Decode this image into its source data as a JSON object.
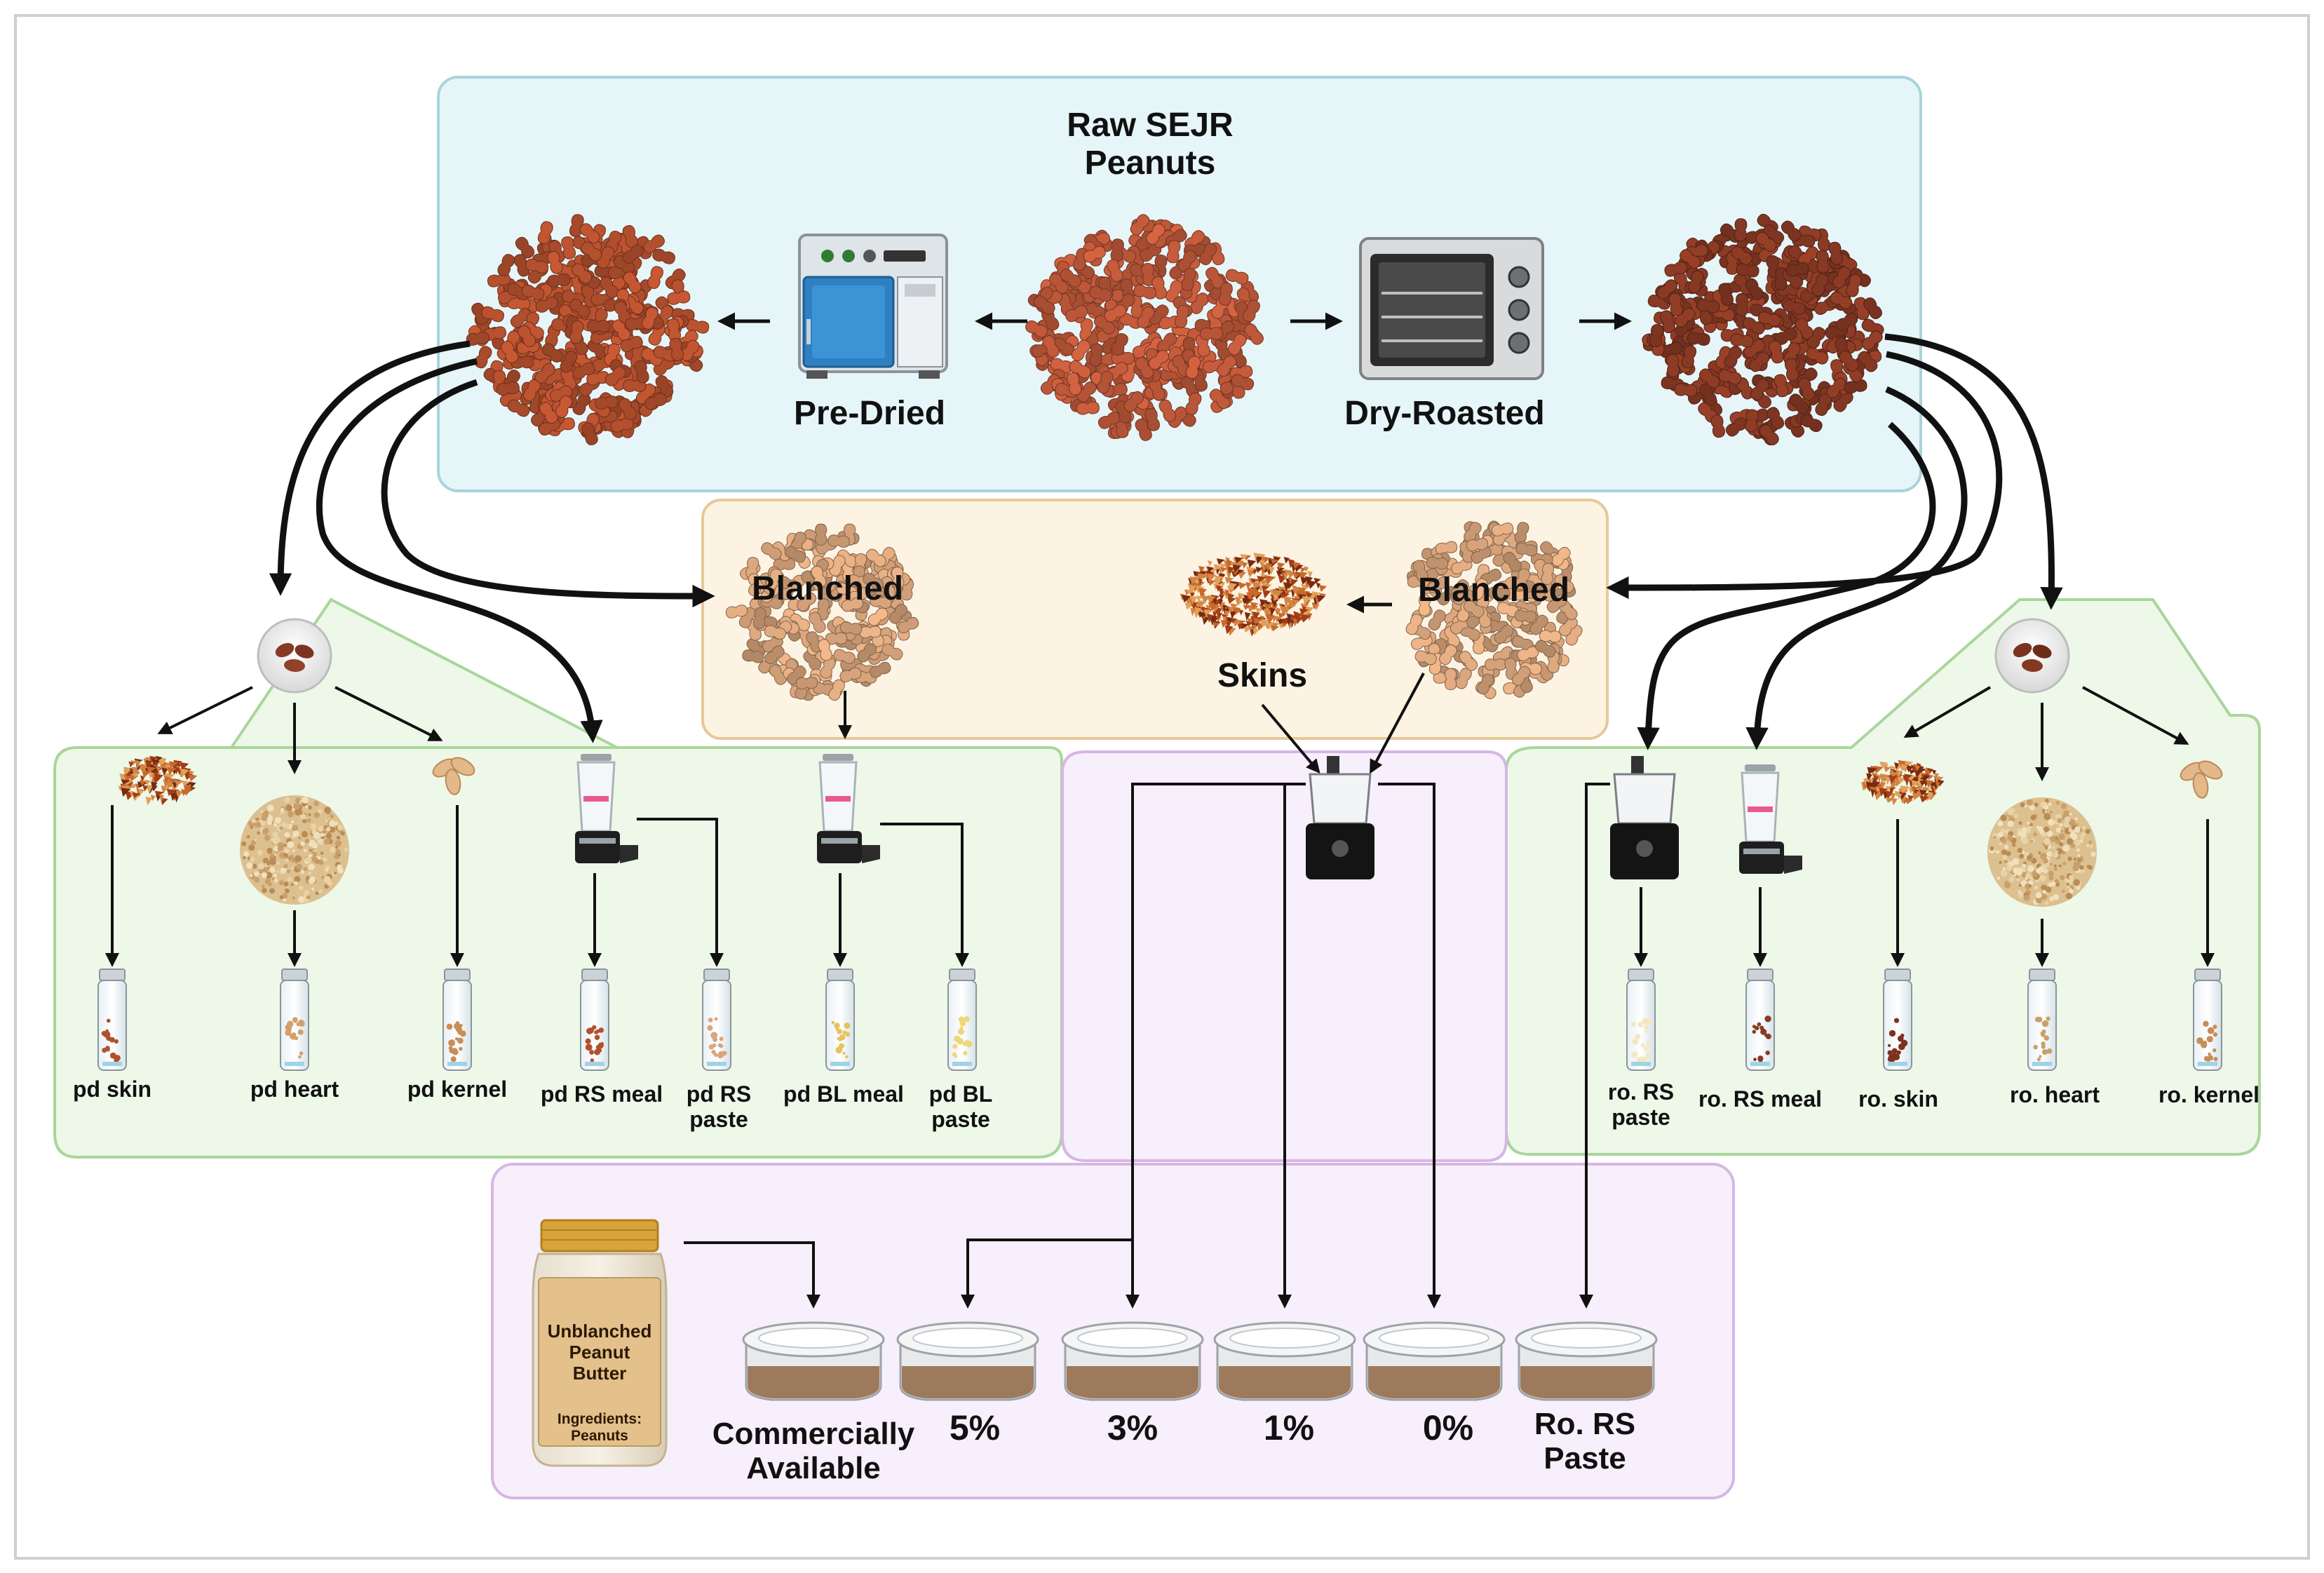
{
  "title": "Raw SEJR\nPeanuts",
  "processes": {
    "pre_dried": "Pre-Dried",
    "dry_roasted": "Dry-Roasted",
    "blanched_left": "Blanched",
    "blanched_right": "Blanched",
    "skins": "Skins"
  },
  "pd_samples": [
    "pd skin",
    "pd heart",
    "pd kernel",
    "pd RS meal",
    "pd RS\npaste",
    "pd BL meal",
    "pd BL\npaste"
  ],
  "ro_samples": [
    "ro. RS\npaste",
    "ro. RS meal",
    "ro. skin",
    "ro. heart",
    "ro. kernel"
  ],
  "jar": {
    "name": "Unblanched\nPeanut\nButter",
    "ingredients": "Ingredients:\nPeanuts"
  },
  "products": [
    "Commercially\nAvailable",
    "5%",
    "3%",
    "1%",
    "0%",
    "Ro. RS\nPaste"
  ],
  "colors": {
    "top_panel_fill": "#e6f5f8",
    "top_panel_border": "#a9d3dc",
    "blanch_panel_fill": "#fcf3e3",
    "blanch_panel_border": "#e6c996",
    "side_panel_fill": "#edf8e9",
    "side_panel_border": "#a9d69b",
    "purple_panel_fill": "#f7effb",
    "purple_panel_border": "#d6b6e6",
    "predried_peanut": "#b5502e",
    "roasted_peanut": "#8a3a24",
    "raw_peanut": "#c0593a",
    "blanched_peanut": "#d9a57c"
  }
}
